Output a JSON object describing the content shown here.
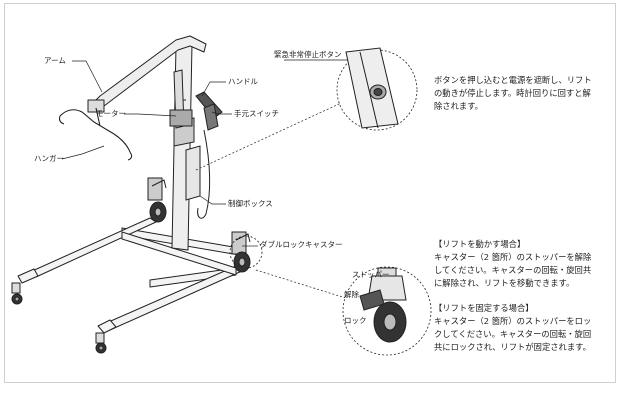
{
  "labels": {
    "arm": "アーム",
    "hanger": "ハンガー",
    "motor": "モーター",
    "handle": "ハンドル",
    "hand_switch": "手元スイッチ",
    "control_box": "制御ボックス",
    "double_lock_caster": "ダブルロックキャスター",
    "emergency_stop_button": "緊急非常停止ボタン",
    "stopper": "ストッパー",
    "release": "解除",
    "lock": "ロック"
  },
  "notes": {
    "emergency": [
      "ボタンを押し込むと電源を遮断し、リフト",
      "の動きが停止します。時計回りに回すと解",
      "除されます。"
    ],
    "move_title": "【リフトを動かす場合】",
    "move_lines": [
      "キャスター（2 箇所）のストッパーを解除",
      "してください。キャスターの回転・旋回共",
      "に解除され、リフトを移動できます。"
    ],
    "fix_title": "【リフトを固定する場合】",
    "fix_lines": [
      "キャスター（2 箇所）のストッパーをロッ",
      "クしてください。キャスターの回転・旋回",
      "共にロックされ、リフトが固定されます。"
    ]
  },
  "colors": {
    "line": "#222222",
    "frame_border": "#cfcfcf",
    "metal_light": "#e6e6e6",
    "metal_dark": "#555555",
    "rubber": "#333333"
  }
}
